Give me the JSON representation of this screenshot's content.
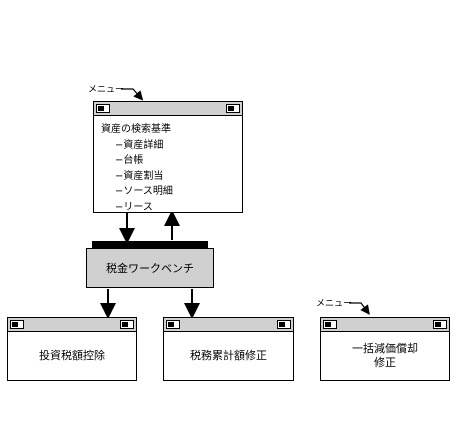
{
  "menu_callout_1": "メニュー",
  "menu_callout_2": "メニュー",
  "menu_window": {
    "header": "資産の検索基準",
    "items": [
      "−資産詳細",
      "−台帳",
      "−資産割当",
      "−ソース明細",
      "−リース"
    ]
  },
  "workbench": {
    "label": "税金ワークベンチ"
  },
  "window_investment": {
    "label": "投資税額控除"
  },
  "window_tax_cumulative": {
    "label": "税務累計額修正"
  },
  "window_mass_depreciation": {
    "label_line1": "一括減価償却",
    "label_line2": "修正"
  }
}
